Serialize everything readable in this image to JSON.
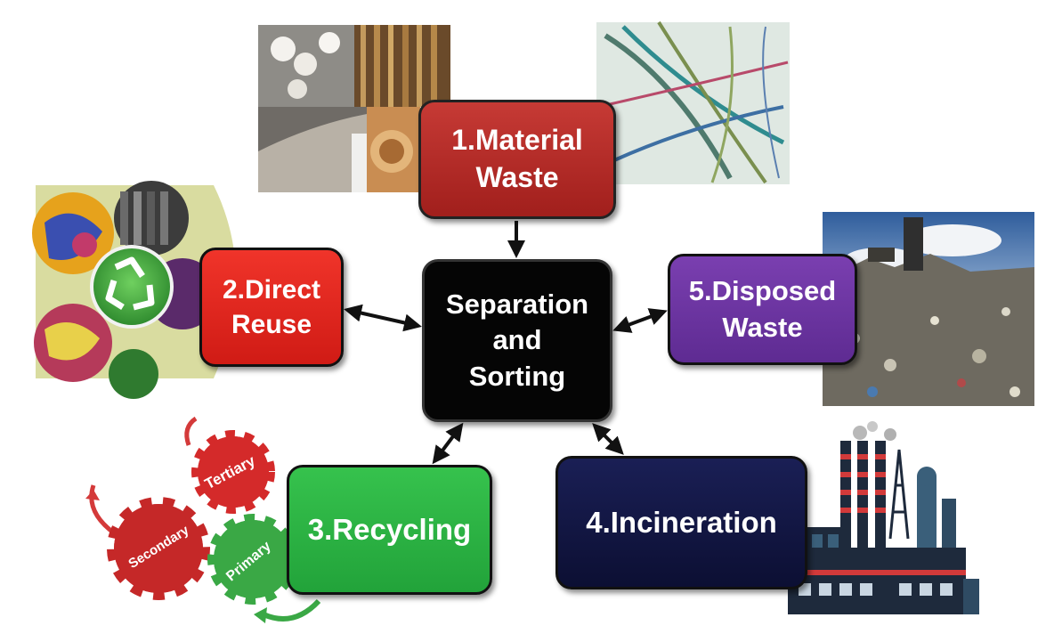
{
  "nodes": {
    "material": {
      "line1": "1.Material",
      "line2": "Waste"
    },
    "reuse": {
      "line1": "2.Direct",
      "line2": "Reuse"
    },
    "center": {
      "line1": "Separation",
      "line2": "and",
      "line3": "Sorting"
    },
    "disposed": {
      "line1": "5.Disposed",
      "line2": "Waste"
    },
    "recycling": {
      "line1": "3.Recycling"
    },
    "incineration": {
      "line1": "4.Incineration"
    }
  },
  "gears": {
    "tertiary": "Tertiary",
    "secondary": "Secondary",
    "primary": "Primary"
  },
  "colors": {
    "material": "#b52a26",
    "reuse": "#e8261d",
    "center": "#050505",
    "disposed": "#6c34a2",
    "recycling": "#2eb545",
    "incineration": "#12163f",
    "gear_red": "#c92a2a",
    "gear_green": "#39a845"
  }
}
